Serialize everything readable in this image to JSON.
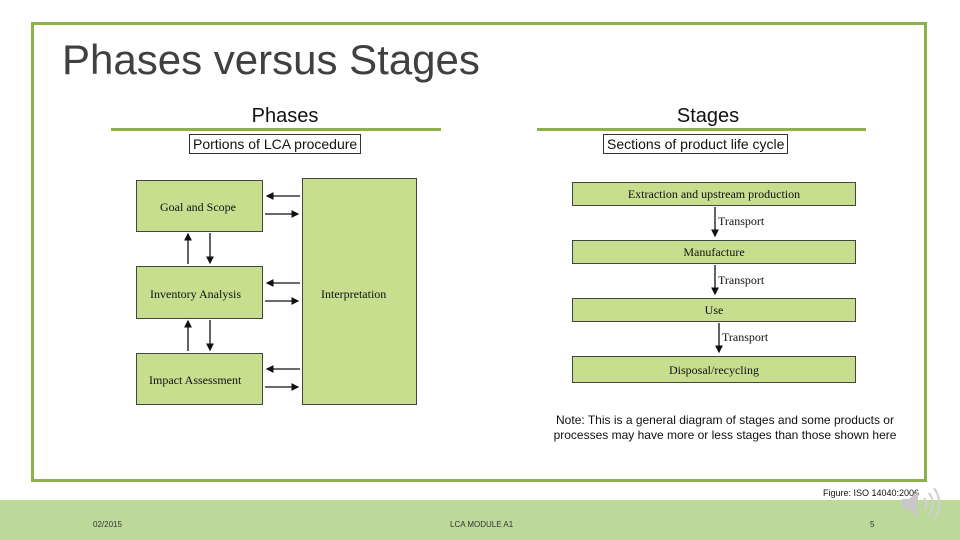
{
  "slide": {
    "title": "Phases versus Stages",
    "accent_color": "#8cb04a",
    "box_fill": "#c6de8e",
    "band_color": "#bdd99a"
  },
  "phases": {
    "heading": "Phases",
    "subtitle": "Portions of LCA procedure",
    "boxes": {
      "goal": "Goal and Scope",
      "inventory": "Inventory Analysis",
      "impact": "Impact Assessment",
      "interpretation": "Interpretation"
    }
  },
  "stages": {
    "heading": "Stages",
    "subtitle": "Sections of product life cycle",
    "items": [
      "Extraction and upstream production",
      "Manufacture",
      "Use",
      "Disposal/recycling"
    ],
    "transport": [
      "Transport",
      "Transport",
      "Transport"
    ]
  },
  "note": "Note: This is a general diagram of stages and some products or processes may have more or less stages than those shown here",
  "figure_source": "Figure: ISO 14040:2006",
  "footer": {
    "date": "02/2015",
    "module": "LCA MODULE A1",
    "page": "5"
  },
  "icons": {
    "audio": "speaker-icon"
  }
}
